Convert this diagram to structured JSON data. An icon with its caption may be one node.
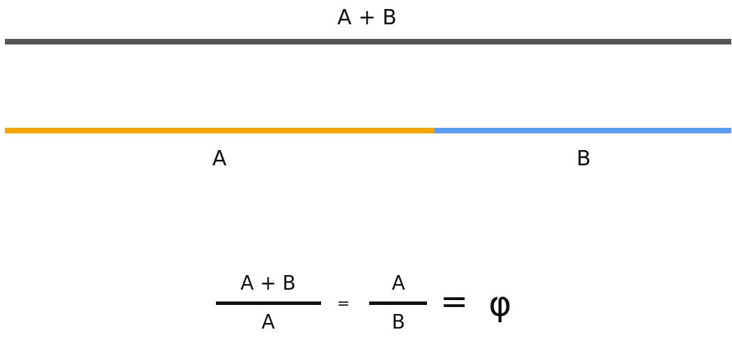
{
  "diagram": {
    "labels": [
      "A + B",
      "A",
      "B",
      "A + B",
      "A",
      "=",
      "A",
      "B",
      "=",
      "φ"
    ]
  }
}
